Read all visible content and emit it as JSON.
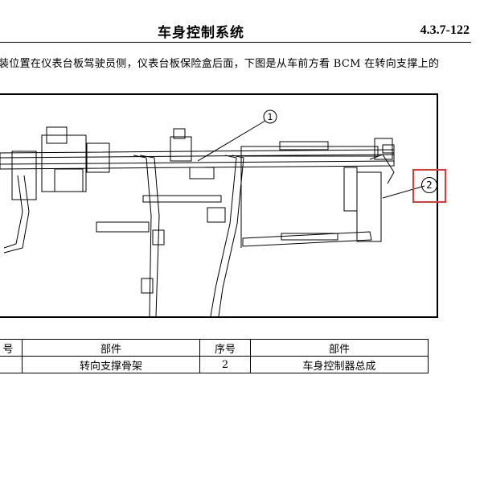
{
  "header": {
    "title": "车身控制系统",
    "section_code": "4.3.7-122"
  },
  "body": {
    "paragraph": "装位置在仪表台板驾驶员侧，仪表台板保险盒后面，下图是从车前方看 BCM 在转向支撑上的"
  },
  "figure": {
    "callout_1": "1",
    "callout_2": "2",
    "highlight_color": "#e0393e"
  },
  "table": {
    "headers": [
      "号",
      "部件",
      "序号",
      "部件"
    ],
    "rows": [
      [
        "",
        "转向支撑骨架",
        "2",
        "车身控制器总成"
      ]
    ]
  }
}
